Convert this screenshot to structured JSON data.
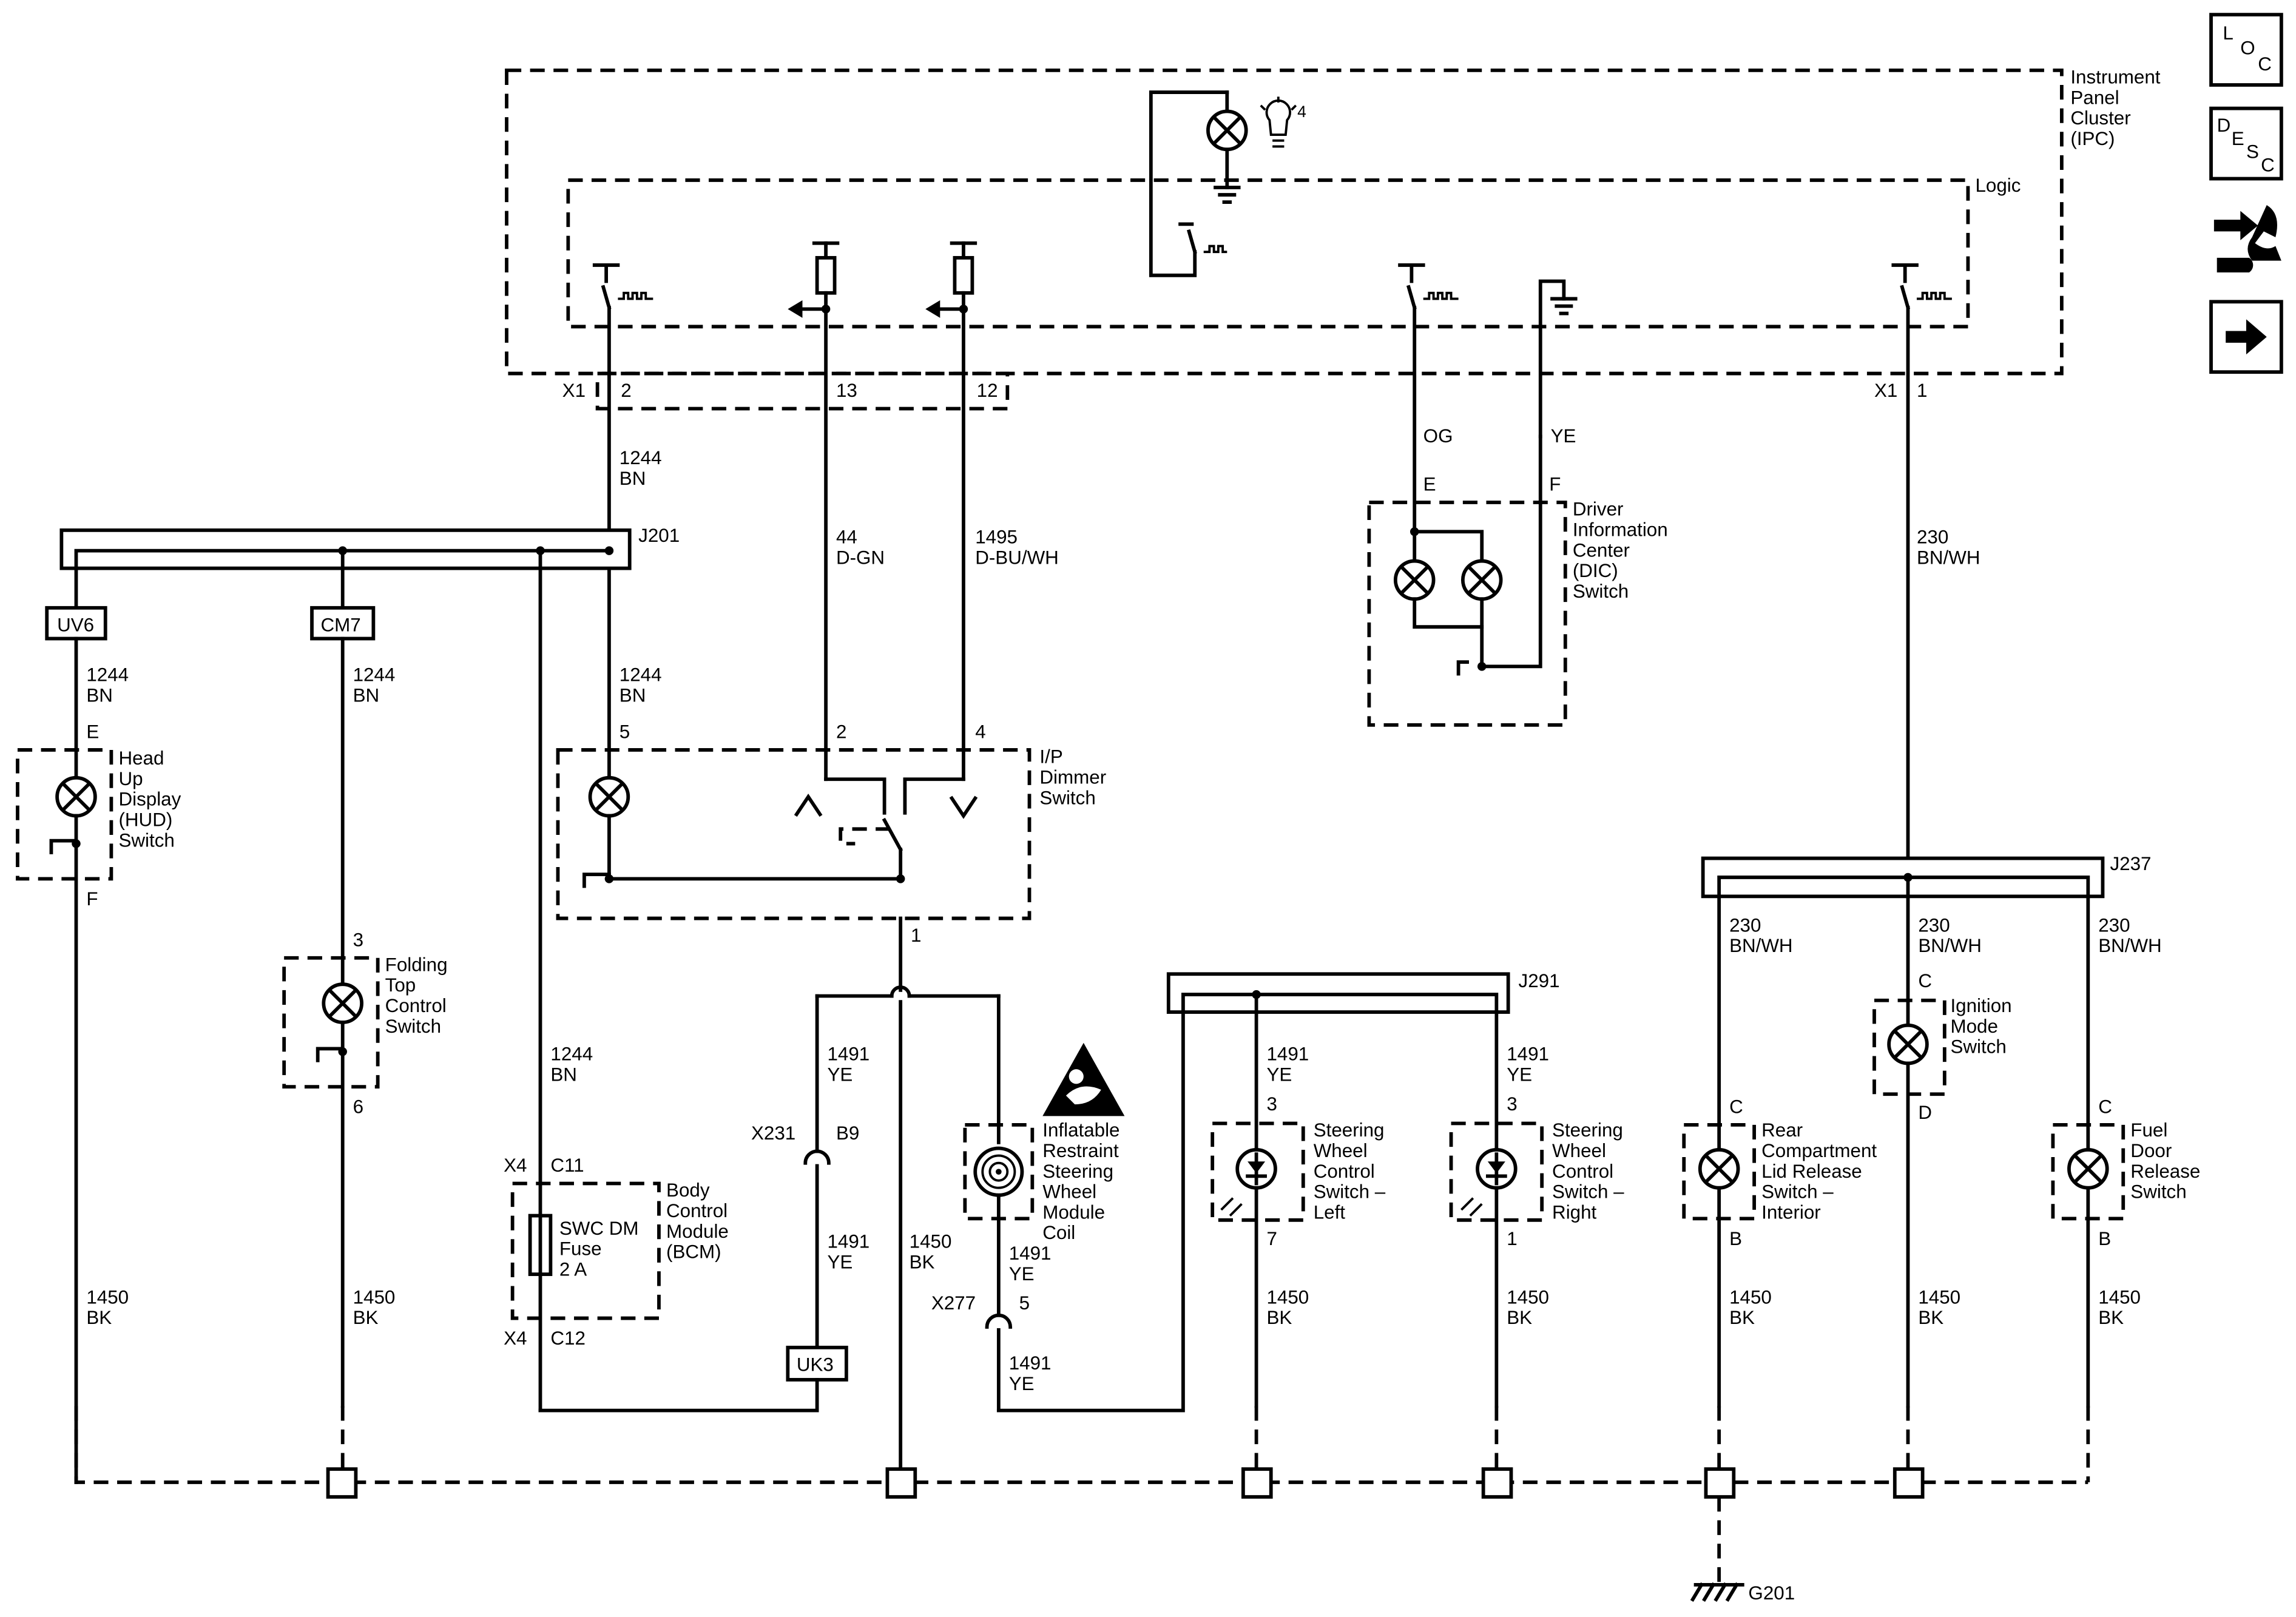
{
  "modules": {
    "ipc": [
      "Instrument",
      "Panel",
      "Cluster",
      "(IPC)"
    ],
    "logic": "Logic",
    "dic": [
      "Driver",
      "Information",
      "Center",
      "(DIC)",
      "Switch"
    ],
    "hud": [
      "Head",
      "Up",
      "Display",
      "(HUD)",
      "Switch"
    ],
    "folding": [
      "Folding",
      "Top",
      "Control",
      "Switch"
    ],
    "dimmer": [
      "I/P",
      "Dimmer",
      "Switch"
    ],
    "bcm": [
      "Body",
      "Control",
      "Module",
      "(BCM)"
    ],
    "fuse": [
      "SWC DM",
      "Fuse",
      "2 A"
    ],
    "coil": [
      "Inflatable",
      "Restraint",
      "Steering",
      "Wheel",
      "Module",
      "Coil"
    ],
    "swc_left": [
      "Steering",
      "Wheel",
      "Control",
      "Switch –",
      "Left"
    ],
    "swc_right": [
      "Steering",
      "Wheel",
      "Control",
      "Switch –",
      "Right"
    ],
    "ignition": [
      "Ignition",
      "Mode",
      "Switch"
    ],
    "rear_lid": [
      "Rear",
      "Compartment",
      "Lid Release",
      "Switch –",
      "Interior"
    ],
    "fuel_door": [
      "Fuel",
      "Door",
      "Release",
      "Switch"
    ]
  },
  "splices": {
    "j201": "J201",
    "j237": "J237",
    "j291": "J291"
  },
  "options": {
    "uv6": "UV6",
    "cm7": "CM7",
    "uk3": "UK3"
  },
  "connectors": {
    "x1": "X1",
    "x1b": "X1",
    "x4a": "X4",
    "x4b": "X4",
    "x231": "X231",
    "x277": "X277",
    "g201": "G201"
  },
  "pins": {
    "p2": "2",
    "p13": "13",
    "p12": "12",
    "p1": "1",
    "e_dic": "E",
    "f_dic": "F",
    "hud_e": "E",
    "hud_f": "F",
    "fold_3": "3",
    "fold_6": "6",
    "dim_5": "5",
    "dim_2": "2",
    "dim_4": "4",
    "dim_1": "1",
    "c11": "C11",
    "c12": "C12",
    "b9": "B9",
    "x277_5": "5",
    "swl_3": "3",
    "swl_7": "7",
    "swr_3": "3",
    "swr_1": "1",
    "ign_c": "C",
    "ign_d": "D",
    "rear_c": "C",
    "rear_b": "B",
    "fuel_c": "C",
    "fuel_b": "B",
    "bulb_4": "4"
  },
  "wires": {
    "w1244_top": [
      "1244",
      "BN"
    ],
    "w44": [
      "44",
      "D-GN"
    ],
    "w1495": [
      "1495",
      "D-BU/WH"
    ],
    "og": "OG",
    "ye": "YE",
    "w230_top": [
      "230",
      "BN/WH"
    ],
    "hud_1244": [
      "1244",
      "BN"
    ],
    "cm7_1244": [
      "1244",
      "BN"
    ],
    "dim_1244": [
      "1244",
      "BN"
    ],
    "bcm_1244": [
      "1244",
      "BN"
    ],
    "w1491_a": [
      "1491",
      "YE"
    ],
    "w1491_b": [
      "1491",
      "YE"
    ],
    "w1491_c": [
      "1491",
      "YE"
    ],
    "w1491_d": [
      "1491",
      "YE"
    ],
    "w1491_l": [
      "1491",
      "YE"
    ],
    "w1491_r": [
      "1491",
      "YE"
    ],
    "w1450_dim": [
      "1450",
      "BK"
    ],
    "w1450_hud": [
      "1450",
      "BK"
    ],
    "w1450_fold": [
      "1450",
      "BK"
    ],
    "w1450_swl": [
      "1450",
      "BK"
    ],
    "w1450_swr": [
      "1450",
      "BK"
    ],
    "w1450_rear": [
      "1450",
      "BK"
    ],
    "w1450_ign": [
      "1450",
      "BK"
    ],
    "w1450_fuel": [
      "1450",
      "BK"
    ],
    "w230_rear": [
      "230",
      "BN/WH"
    ],
    "w230_ign": [
      "230",
      "BN/WH"
    ],
    "w230_fuel": [
      "230",
      "BN/WH"
    ]
  },
  "sidebar": {
    "loc": [
      "L",
      "O",
      "C"
    ],
    "desc": [
      "D",
      "E",
      "S",
      "C"
    ]
  }
}
